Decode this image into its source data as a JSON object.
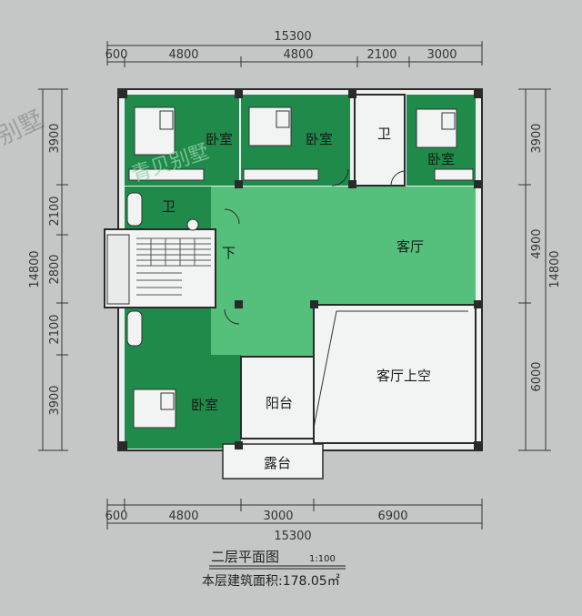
{
  "watermark": {
    "left": "别墅",
    "stamp": "青贝别墅"
  },
  "dimensions": {
    "top_total": "15300",
    "top_segments": [
      "600",
      "4800",
      "4800",
      "2100",
      "3000"
    ],
    "left_segments": [
      "3900",
      "2100",
      "2800",
      "2100",
      "3900"
    ],
    "left_total": "14800",
    "right_segments": [
      "3900",
      "4900",
      "6000"
    ],
    "right_total": "14800",
    "bottom_segments": [
      "600",
      "4800",
      "3000",
      "6900"
    ],
    "bottom_total": "15300"
  },
  "rooms": {
    "bedroom_nw": "卧室",
    "bedroom_n": "卧室",
    "bath_n": "卫",
    "bedroom_ne": "卧室",
    "bath_w": "卫",
    "stair_down": "下",
    "living": "客厅",
    "living_void": "客厅上空",
    "bedroom_sw": "卧室",
    "balcony": "阳台",
    "terrace": "露台"
  },
  "caption": {
    "title": "二层平面图",
    "scale": "1:100",
    "area_label": "本层建筑面积:178.05㎡"
  },
  "colors": {
    "background": "#c5c7c6",
    "dark_green": "#1f8a4a",
    "light_green": "#54c07c",
    "wall": "#2a2a2a"
  }
}
